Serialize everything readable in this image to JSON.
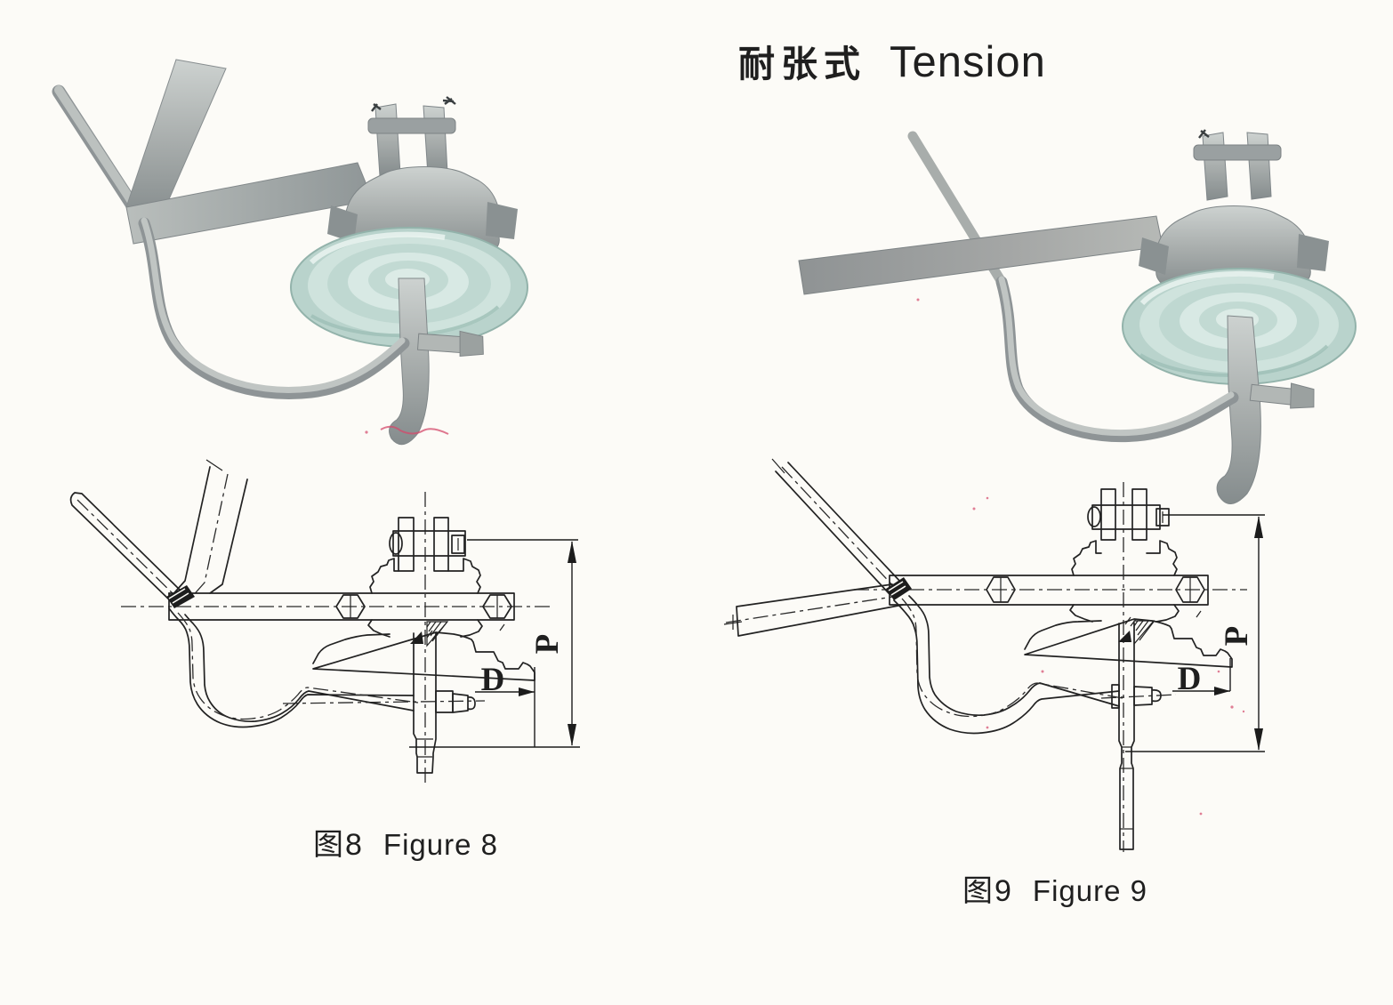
{
  "title": {
    "zh": "耐张式",
    "en": "Tension"
  },
  "figures": [
    {
      "caption_zh": "图8",
      "caption_en": "Figure 8",
      "labels": {
        "height": "P",
        "diameter": "D"
      }
    },
    {
      "caption_zh": "图9",
      "caption_en": "Figure 9",
      "labels": {
        "height": "P",
        "diameter": "D"
      }
    }
  ],
  "colors": {
    "paper": "#fcfbf7",
    "ink": "#1f1f1f",
    "glass": "#c3dcd5",
    "glass_highlight": "#eaf4f0",
    "metal": "#a9aead",
    "metal_shadow": "#74797b",
    "artifact_red": "#d4496b"
  }
}
